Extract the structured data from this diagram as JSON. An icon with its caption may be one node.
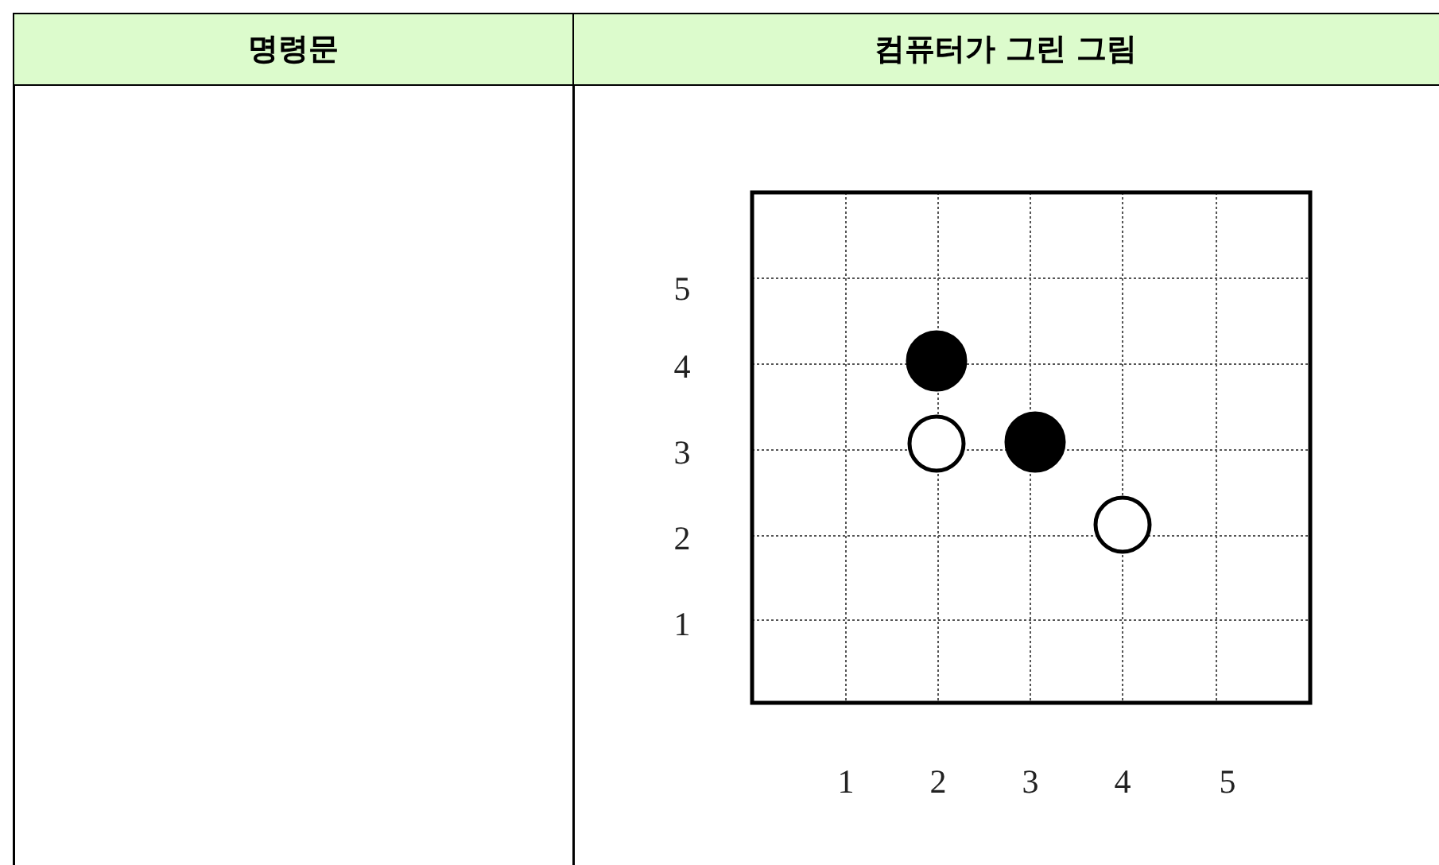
{
  "diagram": {
    "labels": [
      "명령문",
      "컴퓨터가 그린 그림",
      "5",
      "4",
      "3",
      "2",
      "1",
      "1",
      "2",
      "3",
      "4",
      "5"
    ]
  }
}
